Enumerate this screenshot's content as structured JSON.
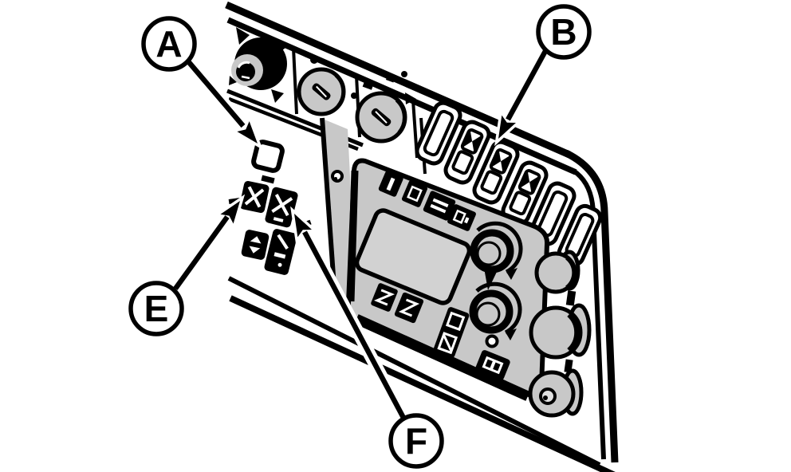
{
  "colors": {
    "line": "#000000",
    "background": "#ffffff",
    "panel_gray": "#c8c8c8",
    "screen_gray": "#d2d2d2"
  },
  "callouts": {
    "a": {
      "label": "A",
      "points_to": "square-indicator"
    },
    "b": {
      "label": "B",
      "points_to": "rocker-switch-row"
    },
    "e": {
      "label": "E",
      "points_to": "cross-toggle-button-left"
    },
    "f": {
      "label": "F",
      "points_to": "cross-toggle-button-right"
    }
  },
  "parts": [
    "ignition-switch",
    "rotary-knob-small",
    "rotary-knob-large",
    "rocker-switch-row",
    "square-indicator",
    "cross-toggle-button-left",
    "cross-toggle-button-right",
    "arrow-toggle-button",
    "slash-toggle-button",
    "control-pod",
    "pod-display-screen",
    "pod-menu-buttons",
    "pod-rotary-selector-upper",
    "pod-rotary-selector-lower",
    "side-knob-top",
    "side-knob-middle",
    "side-knob-bottom"
  ]
}
